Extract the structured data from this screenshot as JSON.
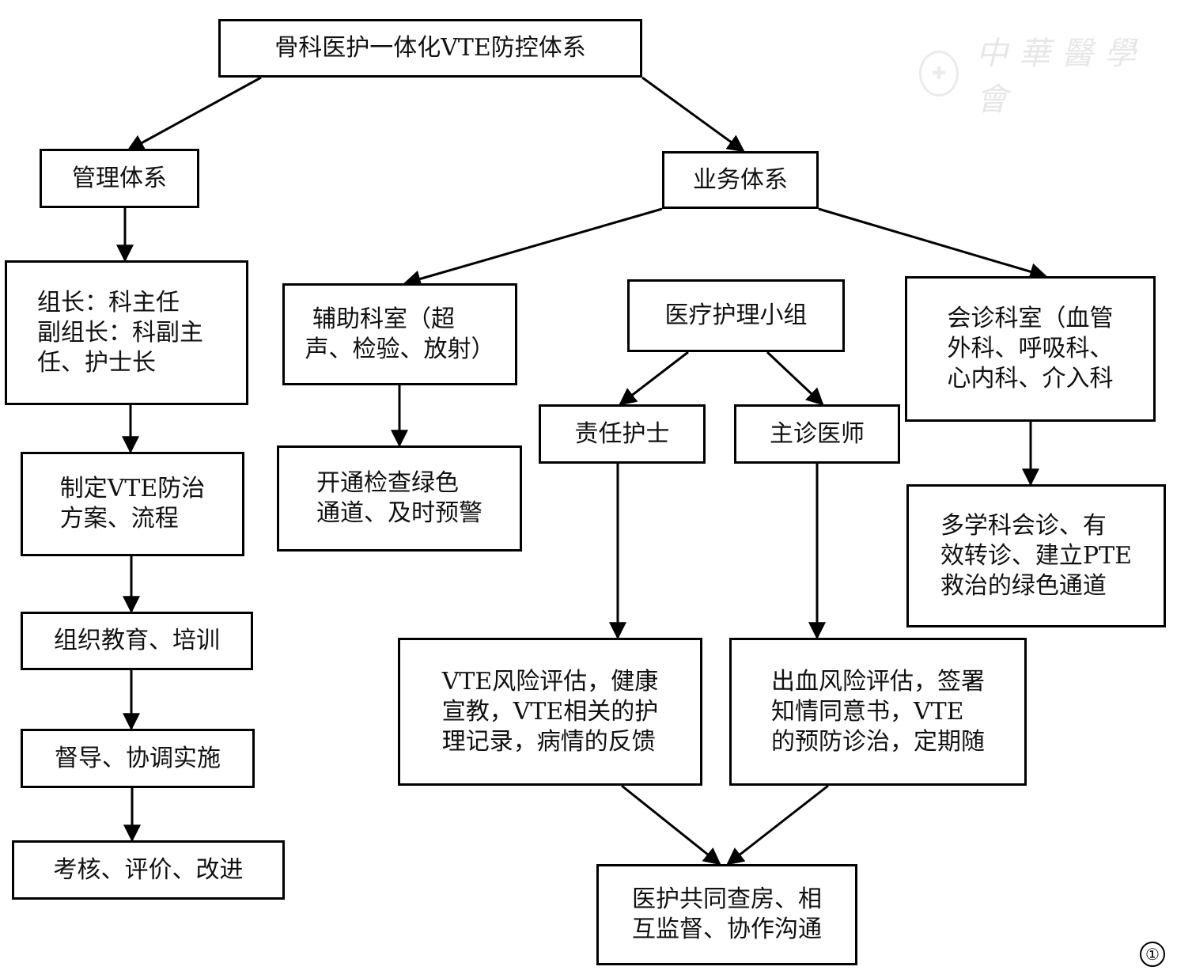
{
  "title": "骨科医护一体化VTE防控体系",
  "watermark": {
    "seal_icon": "society-seal-icon",
    "text": "中華醫學會"
  },
  "figure_label": "①",
  "nodes": {
    "root": {
      "text": "骨科医护一体化VTE防控体系"
    },
    "management": {
      "text": "管理体系"
    },
    "business": {
      "text": "业务体系"
    },
    "leaders": {
      "text": "组长：科主任\n副组长：科副主\n任、护士长"
    },
    "plan": {
      "text": "制定VTE防治\n方案、流程"
    },
    "training": {
      "text": "组织教育、培训"
    },
    "supervise": {
      "text": "督导、协调实施"
    },
    "evaluate": {
      "text": "考核、评价、改进"
    },
    "auxiliary": {
      "text": " 辅助科室（超\n声、检验、放射）"
    },
    "green_channel": {
      "text": "开通检查绿色\n通道、及时预警"
    },
    "care_team": {
      "text": "医疗护理小组"
    },
    "nurse": {
      "text": "责任护士"
    },
    "doctor": {
      "text": "主诊医师"
    },
    "consult": {
      "text": "会诊科室（血管\n外科、呼吸科、\n心内科、介入科"
    },
    "mdt": {
      "text": "多学科会诊、有\n效转诊、建立PTE\n救治的绿色通道"
    },
    "nurse_tasks": {
      "text": "VTE风险评估，健康\n宣教，VTE相关的护\n理记录，病情的反馈"
    },
    "doctor_tasks": {
      "text": "出血风险评估，签署\n知情同意书，VTE\n的预防诊治，定期随"
    },
    "joint_rounds": {
      "text": "医护共同查房、相\n互监督、协作沟通"
    }
  },
  "edges": [
    {
      "from": "root",
      "to": "management"
    },
    {
      "from": "root",
      "to": "business"
    },
    {
      "from": "management",
      "to": "leaders"
    },
    {
      "from": "leaders",
      "to": "plan"
    },
    {
      "from": "plan",
      "to": "training"
    },
    {
      "from": "training",
      "to": "supervise"
    },
    {
      "from": "supervise",
      "to": "evaluate"
    },
    {
      "from": "business",
      "to": "auxiliary"
    },
    {
      "from": "business",
      "to": "consult"
    },
    {
      "from": "auxiliary",
      "to": "green_channel"
    },
    {
      "from": "care_team",
      "to": "nurse"
    },
    {
      "from": "care_team",
      "to": "doctor"
    },
    {
      "from": "consult",
      "to": "mdt"
    },
    {
      "from": "nurse",
      "to": "nurse_tasks"
    },
    {
      "from": "doctor",
      "to": "doctor_tasks"
    },
    {
      "from": "nurse_tasks",
      "to": "joint_rounds"
    },
    {
      "from": "doctor_tasks",
      "to": "joint_rounds"
    }
  ],
  "colors": {
    "line": "#000000",
    "box_fill": "#ffffff",
    "text": "#111111",
    "watermark": "#c8c8c8"
  }
}
